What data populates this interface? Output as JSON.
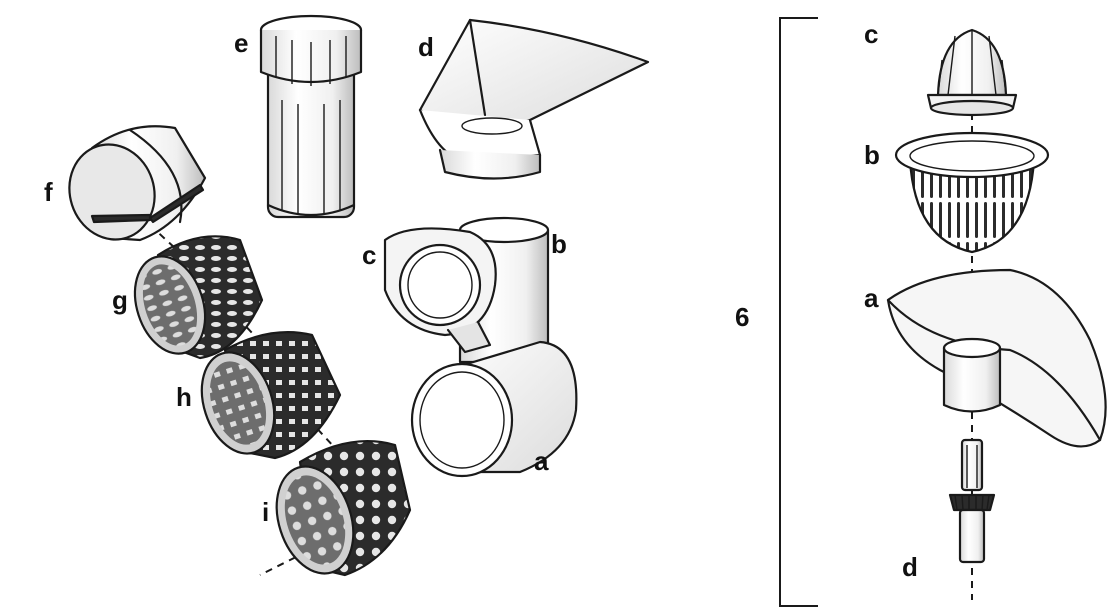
{
  "labels": {
    "left_a": "a",
    "left_b": "b",
    "left_c": "c",
    "left_d": "d",
    "left_e": "e",
    "left_f": "f",
    "left_g": "g",
    "left_h": "h",
    "left_i": "i",
    "group_number": "6",
    "right_a": "a",
    "right_b": "b",
    "right_c": "c",
    "right_d": "d"
  },
  "colors": {
    "outline": "#1a1a1a",
    "fill_light": "#f2f2f2",
    "fill_dark": "#2b2b2b",
    "background": "#ffffff"
  }
}
